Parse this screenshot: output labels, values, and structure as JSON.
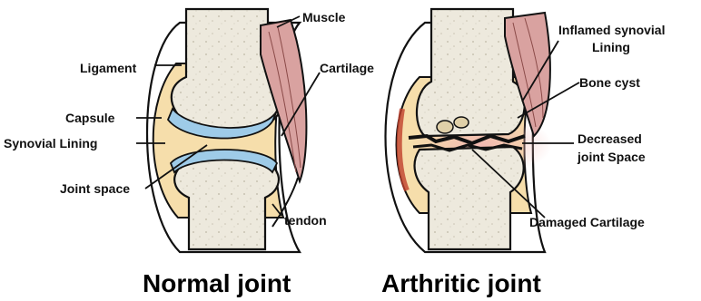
{
  "normal_joint": {
    "caption": "Normal joint",
    "labels": {
      "muscle": "Muscle",
      "ligament": "Ligament",
      "cartilage": "Cartilage",
      "capsule": "Capsule",
      "synovial_lining": "Synovial Lining",
      "joint_space": "Joint space",
      "tendon": "tendon"
    }
  },
  "arthritic_joint": {
    "caption": "Arthritic joint",
    "labels": {
      "inflamed_line1": "Inflamed synovial",
      "inflamed_line2": "Lining",
      "bone_cyst": "Bone cyst",
      "decreased_line1": "Decreased",
      "decreased_line2": "joint Space",
      "damaged_cartilage": "Damaged Cartilage"
    }
  },
  "colors": {
    "bone": "#ede9dd",
    "capsule_fill": "#f6deab",
    "cartilage": "#9ecbe8",
    "muscle": "#d9a2a0",
    "inflammation": "#f2b7b2",
    "outline": "#111111"
  }
}
